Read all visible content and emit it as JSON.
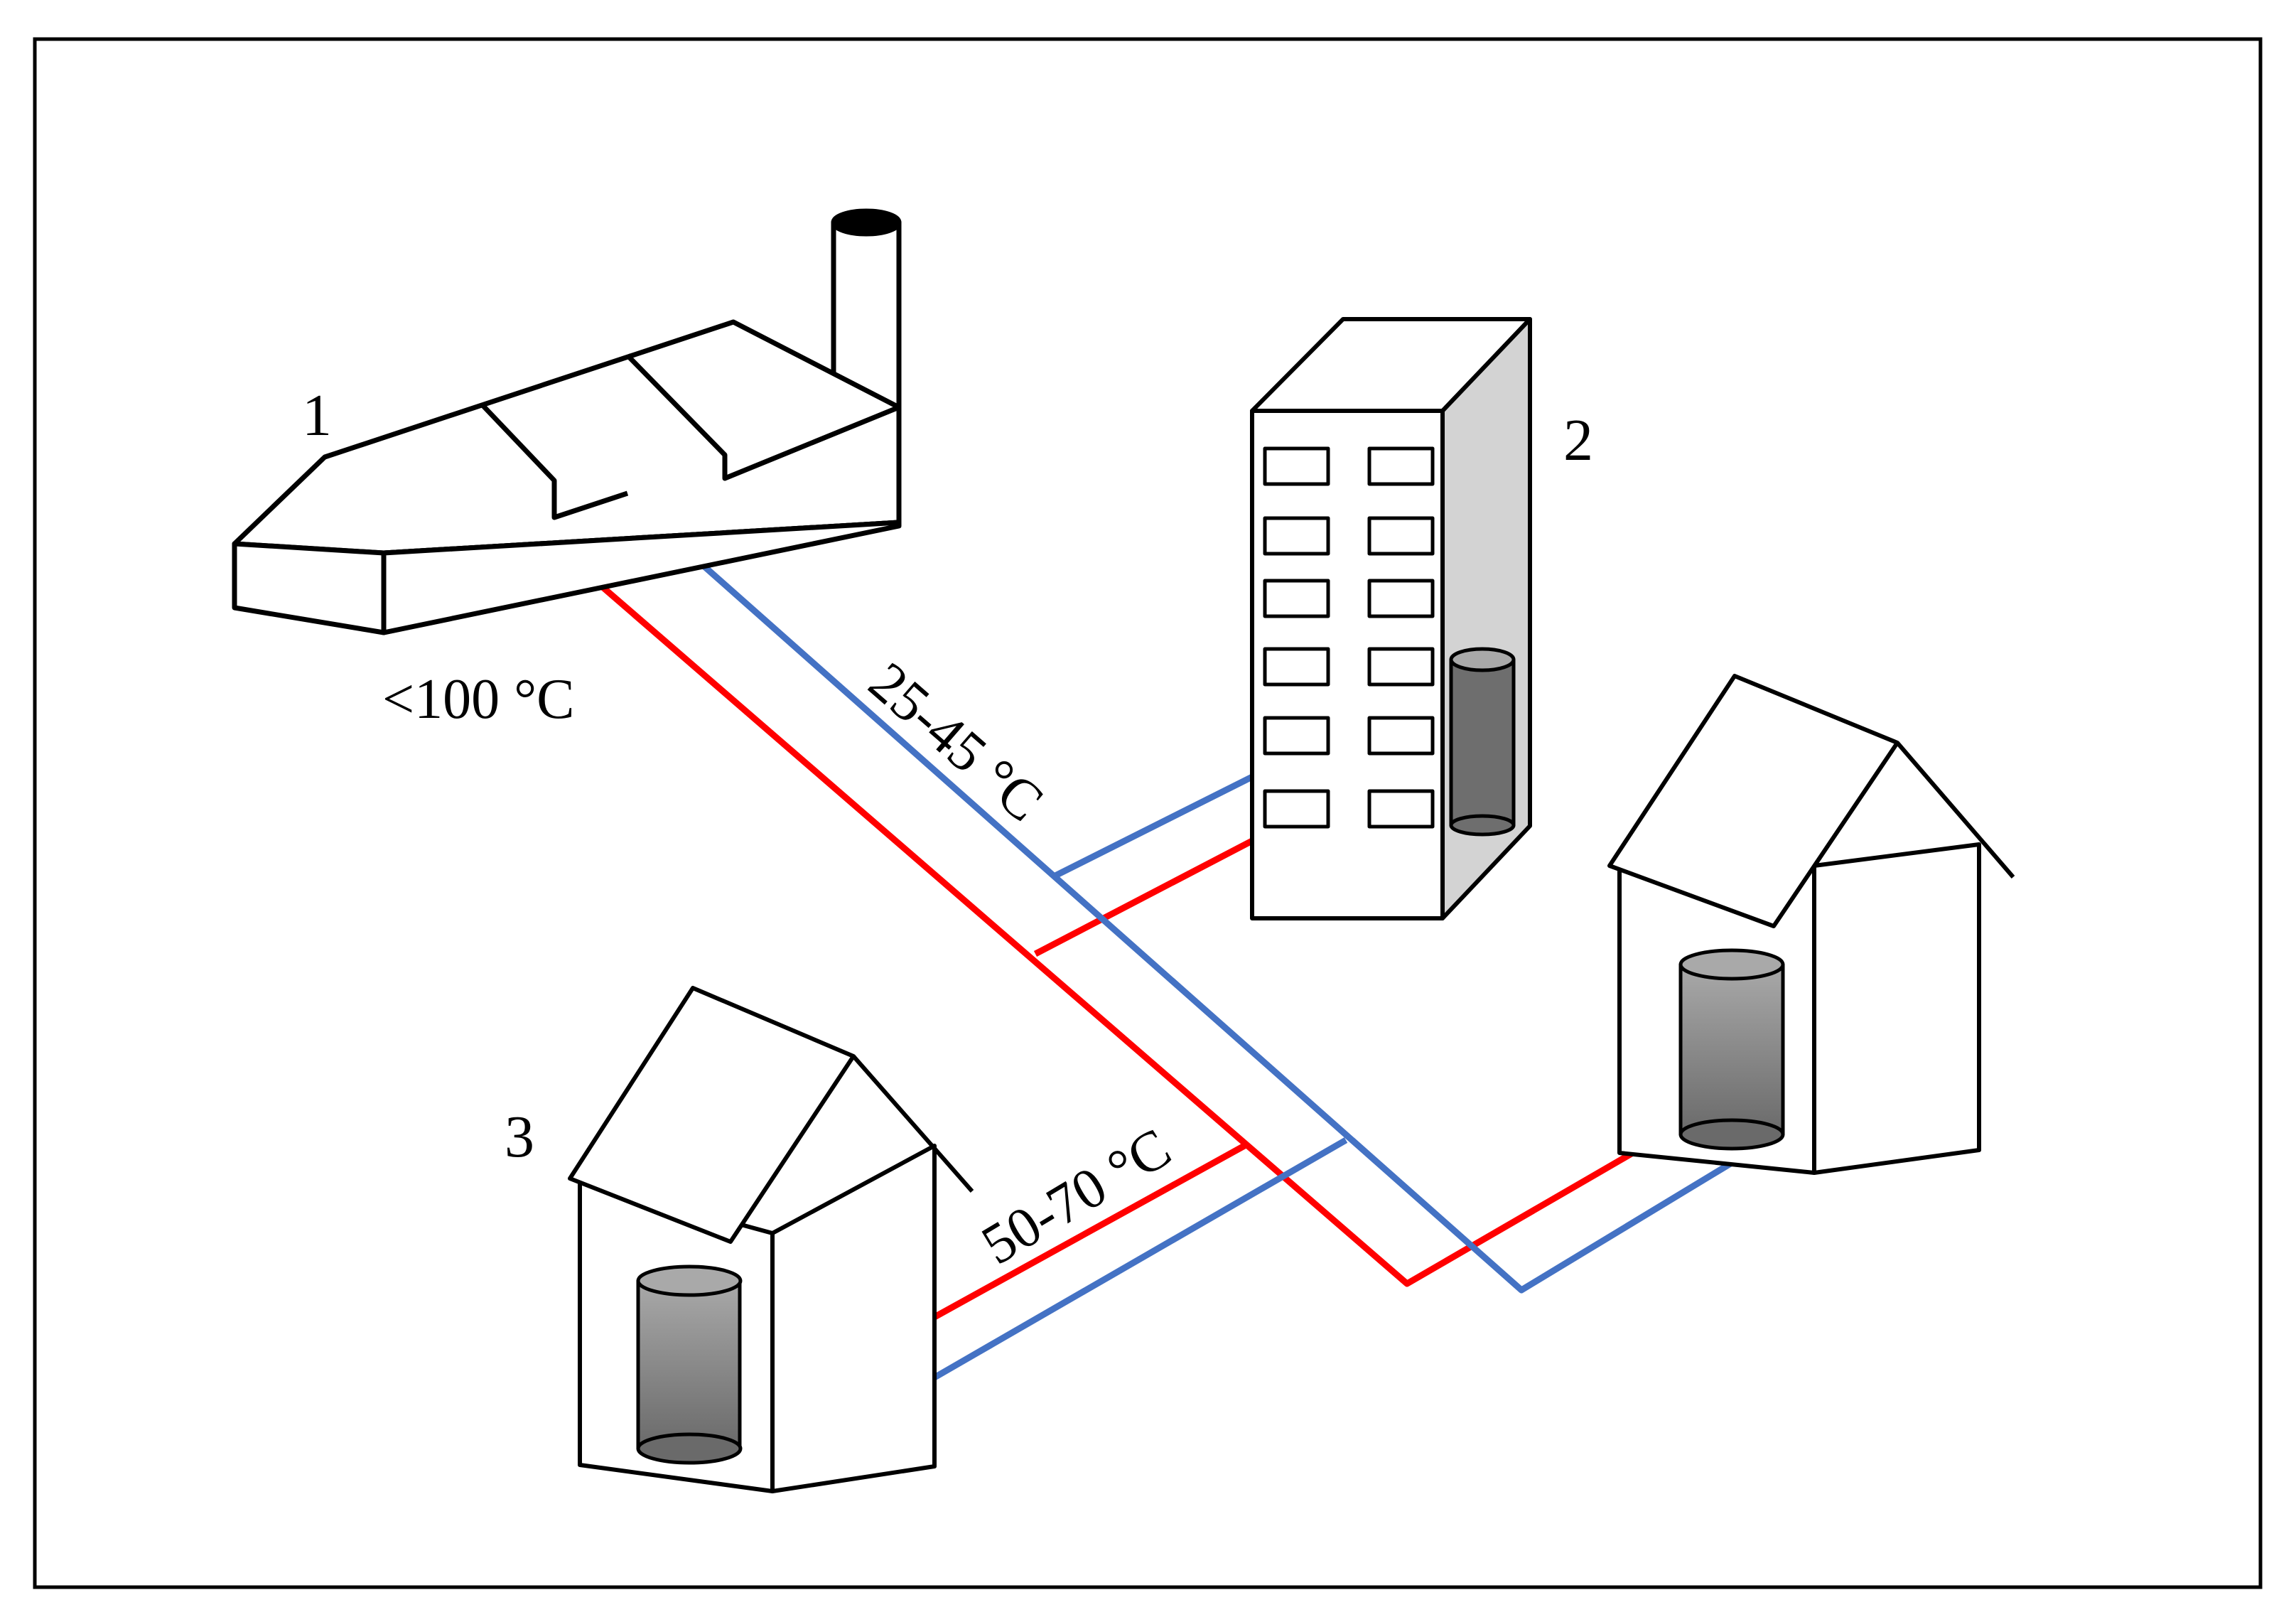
{
  "labels": {
    "factory_number": "1",
    "apartment_number": "2",
    "house_number": "3",
    "source_temperature": "<100 °C",
    "apartment_temperature": "25-45 °C",
    "house_temperature": "50-70 °C"
  },
  "colors": {
    "supply_pipe": "#ff0000",
    "return_pipe": "#4472c4",
    "outline": "#000000",
    "apartment_side": "#d3d3d3",
    "tank_dark": "#6e6e6e",
    "tank_light": "#a9a9a9"
  }
}
